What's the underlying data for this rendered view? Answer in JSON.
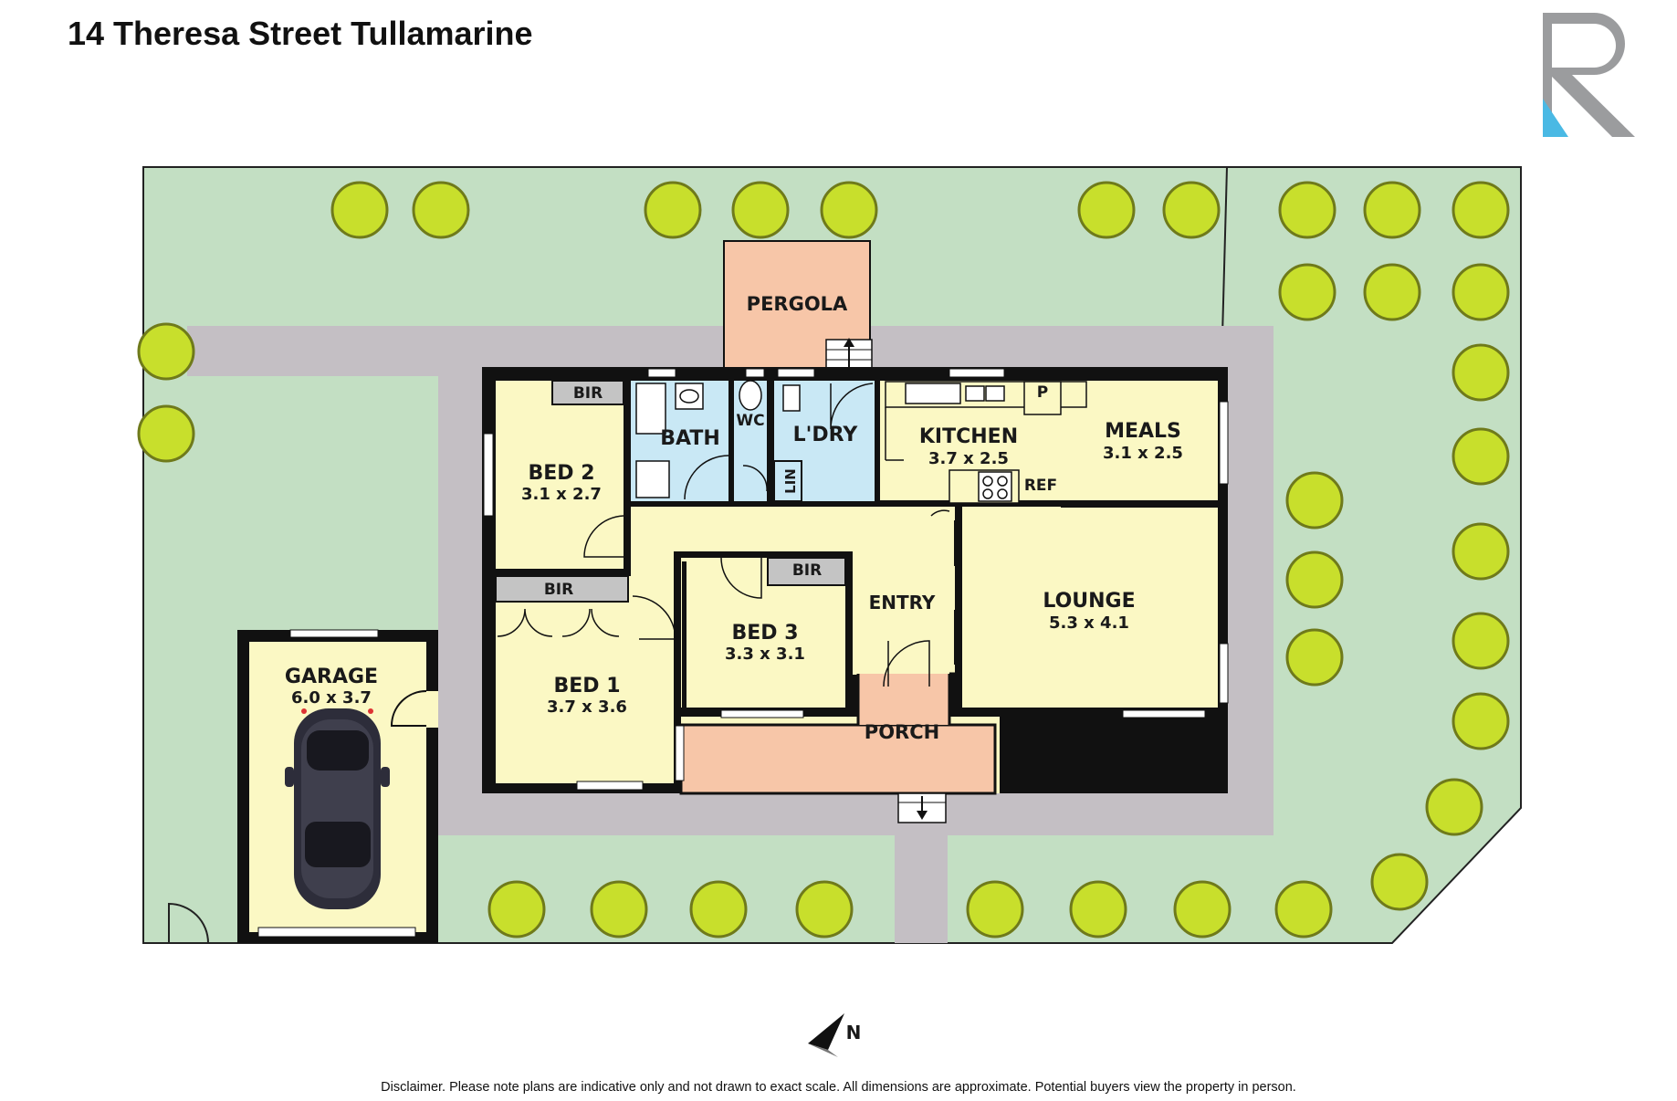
{
  "title": "14 Theresa Street Tullamarine",
  "disclaimer": "Disclaimer. Please note plans are indicative only and not drawn to exact scale. All dimensions are approximate. Potential buyers view the property in person.",
  "compass": "N",
  "logo_letter": "R",
  "rooms": {
    "pergola": "PERGOLA",
    "bir_bed2": "BIR",
    "bath": "BATH",
    "wc": "WC",
    "laundry": "L'DRY",
    "lin": "LIN",
    "pantry": "P",
    "kitchen": "KITCHEN",
    "kitchen_dim": "3.7 x 2.5",
    "ref": "REF",
    "meals": "MEALS",
    "meals_dim": "3.1 x 2.5",
    "bed2": "BED 2",
    "bed2_dim": "3.1 x 2.7",
    "bir_bed1": "BIR",
    "bir_bed3": "BIR",
    "bed3": "BED 3",
    "bed3_dim": "3.3 x 3.1",
    "entry": "ENTRY",
    "lounge": "LOUNGE",
    "lounge_dim": "5.3 x 4.1",
    "bed1": "BED 1",
    "bed1_dim": "3.7 x 3.6",
    "porch": "PORCH",
    "garage": "GARAGE",
    "garage_dim": "6.0 x 3.7"
  },
  "colors": {
    "lawn": "#c3dfc3",
    "path": "#c4bfc4",
    "room": "#fbf8c4",
    "wet": "#c9e8f5",
    "outdoor": "#f7c6a8",
    "wall": "#111111",
    "tree": "#c8df2c"
  }
}
